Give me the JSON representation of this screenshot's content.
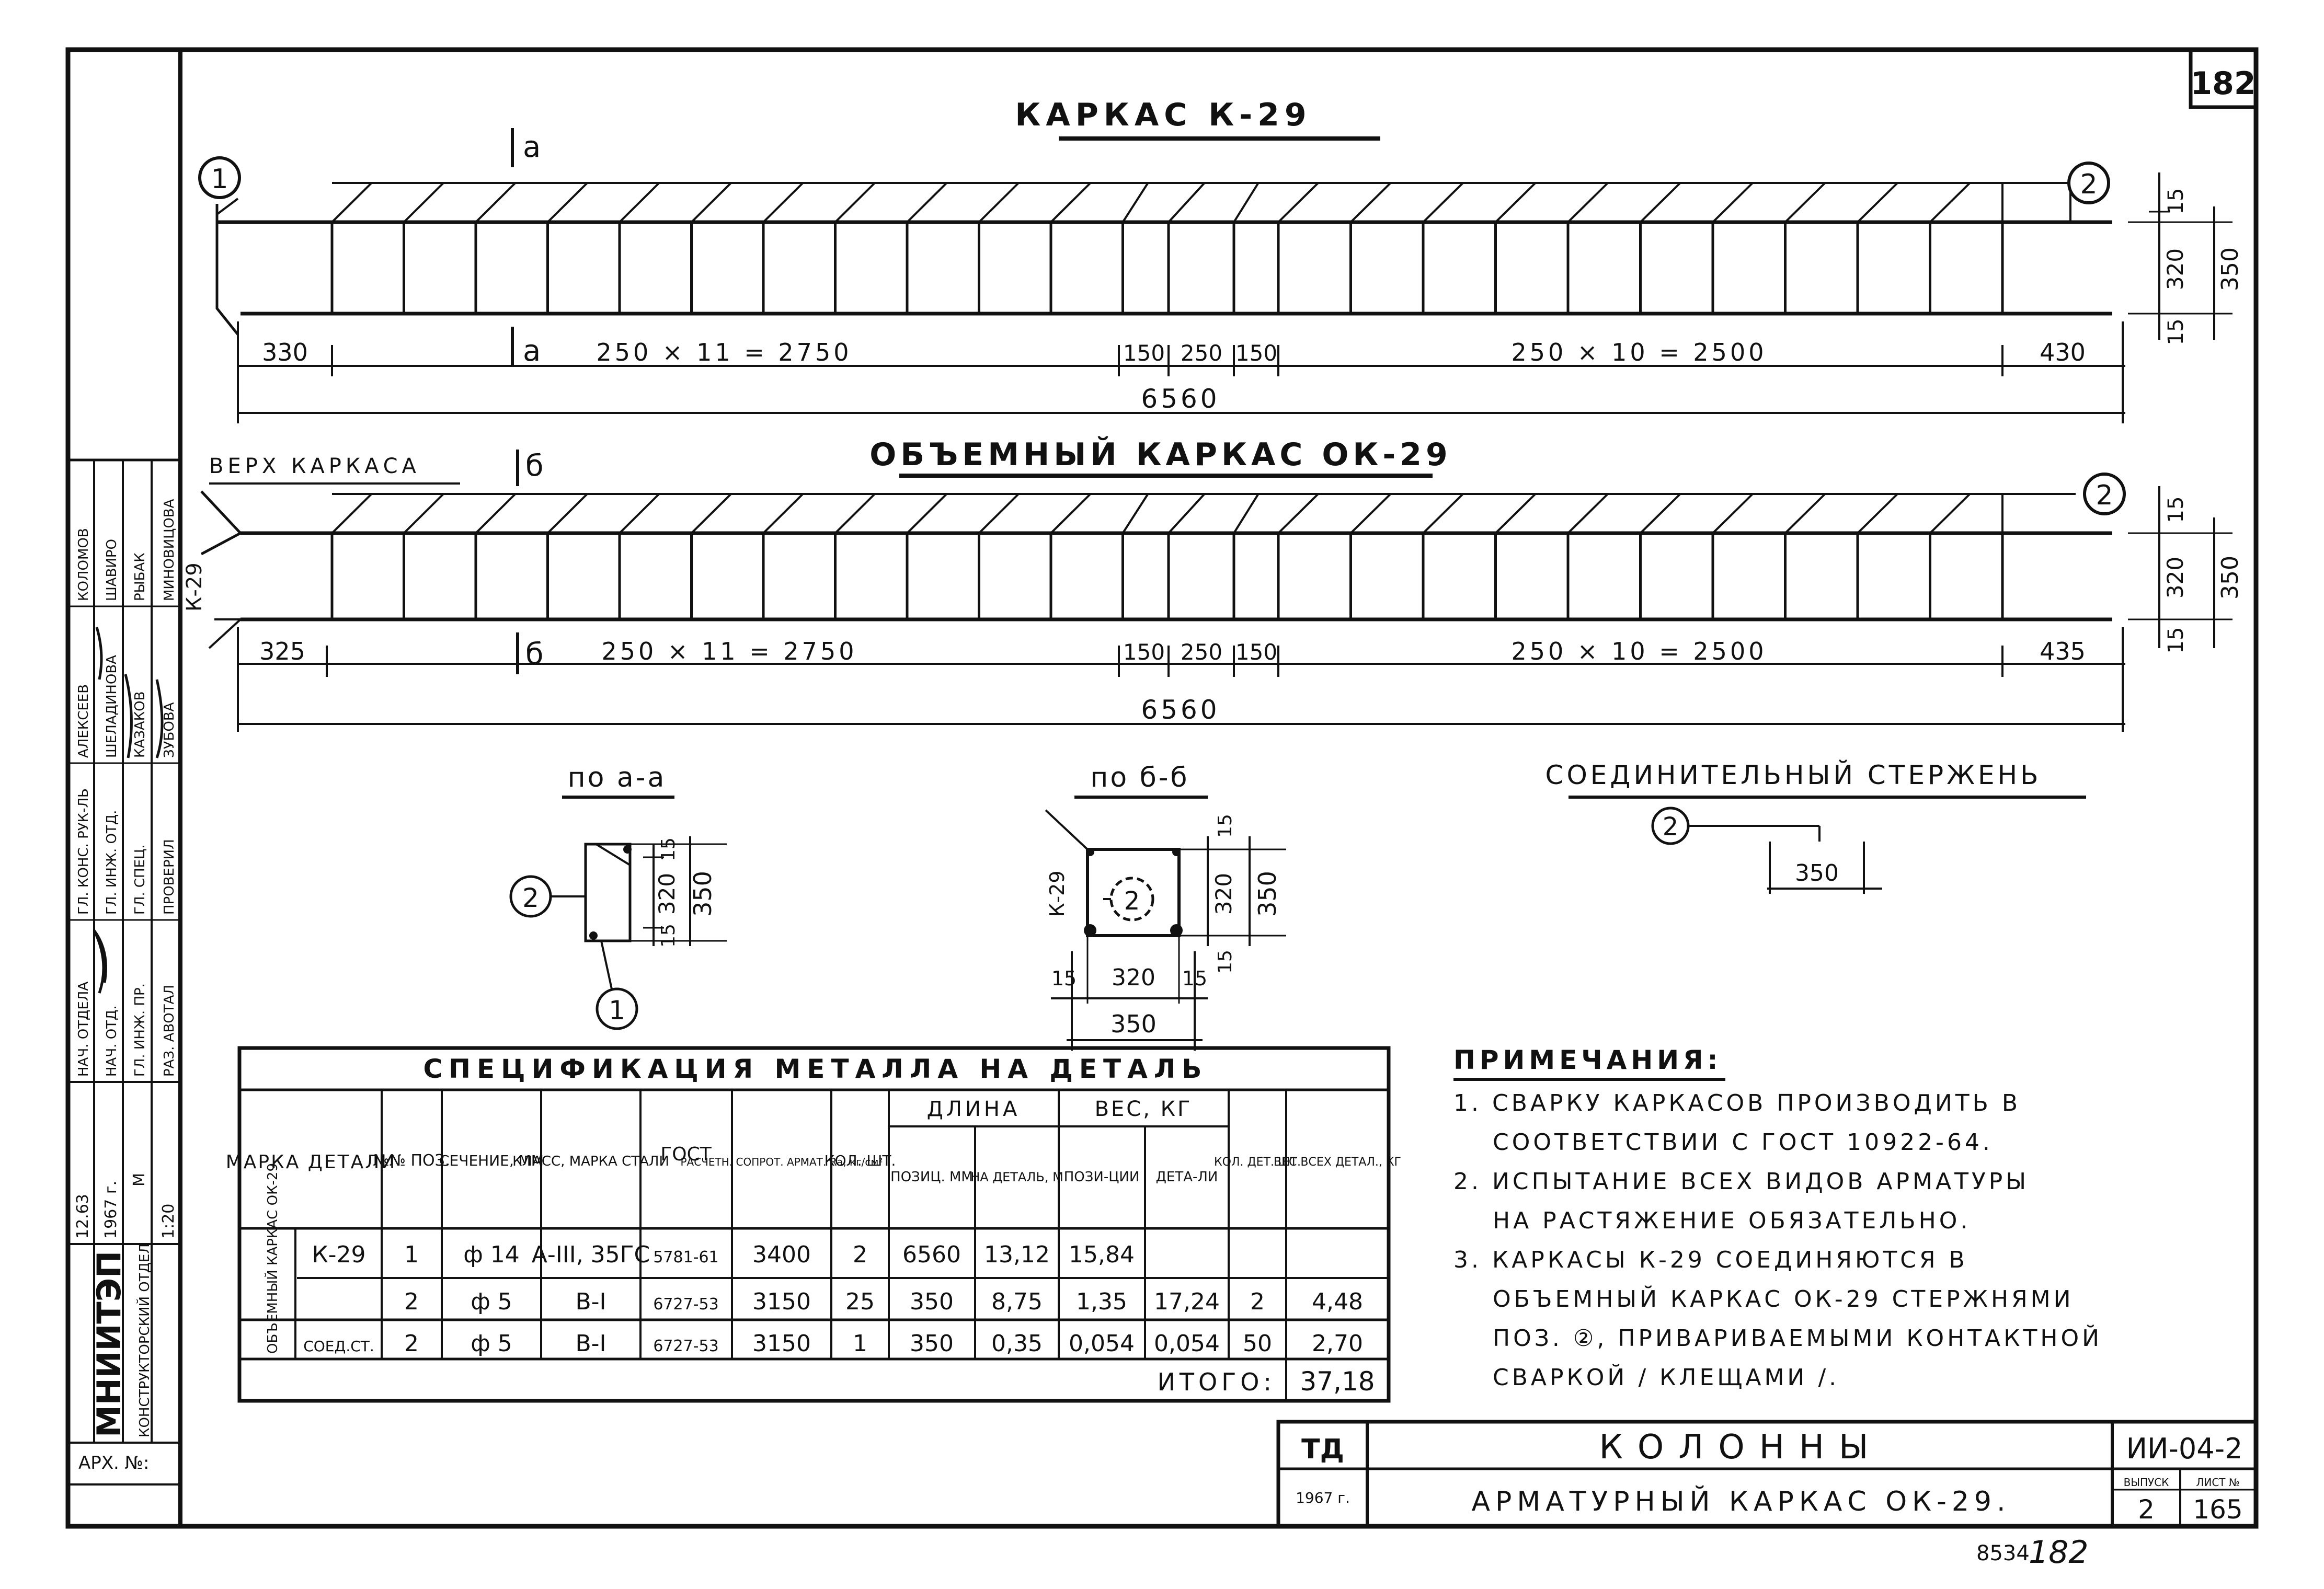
{
  "sheet_number": "182",
  "title_k29": "КАРКАС К-29",
  "title_ok29": "ОБЪЕМНЫЙ КАРКАС ОК-29",
  "verh_karkasa": "ВЕРХ КАРКАСА",
  "section_mark_a": "а",
  "section_mark_b": "б",
  "k29_label": "К-29",
  "k29": {
    "pos_left": "1",
    "pos_right": "2",
    "dims": [
      "330",
      "250 × 11 = 2750",
      "150",
      "250",
      "150",
      "250 × 10 = 2500",
      "430"
    ],
    "total": "6560",
    "h_top": "15",
    "h_mid": "320",
    "h_bot": "15",
    "h_total": "350"
  },
  "ok29": {
    "pos_right": "2",
    "dims": [
      "325",
      "250 × 11 = 2750",
      "150",
      "250",
      "150",
      "250 × 10 = 2500",
      "435"
    ],
    "total": "6560",
    "h_top": "15",
    "h_mid": "320",
    "h_bot": "15",
    "h_total": "350"
  },
  "sec_aa": {
    "title": "по а-а",
    "pos_side": "2",
    "pos_bottom": "1",
    "d_top": "15",
    "d_mid": "320",
    "d_bot": "15",
    "d_total": "350"
  },
  "sec_bb": {
    "title": "по б-б",
    "pos_center": "2",
    "d_top": "15",
    "d_mid": "320",
    "d_bot": "15",
    "d_total": "350",
    "w_left": "15",
    "w_mid": "320",
    "w_right": "15",
    "w_total": "350"
  },
  "connector": {
    "title": "СОЕДИНИТЕЛЬНЫЙ СТЕРЖЕНЬ",
    "pos": "2",
    "length": "350"
  },
  "spec_table": {
    "title": "СПЕЦИФИКАЦИЯ МЕТАЛЛА НА ДЕТАЛЬ",
    "headers": {
      "marka": "МАРКА ДЕТАЛИ",
      "pos": "№№ ПОЗ.",
      "sechenie": "СЕЧЕНИЕ, ММ",
      "klass": "КЛАСС, МАРКА СТАЛИ",
      "gost": "ГОСТ",
      "rasch": "РАСЧЕТН. СОПРОТ. АРМАТ. Ra, кг/см²",
      "kol": "КОЛ. ШТ.",
      "dlina": "ДЛИНА",
      "dlina_pos": "ПОЗИЦ. ММ",
      "dlina_det": "НА ДЕТАЛЬ, М",
      "ves": "ВЕС, КГ",
      "ves_pos": "ПОЗИ-ЦИИ",
      "ves_det": "ДЕТА-ЛИ",
      "kol_det": "КОЛ. ДЕТ. ШТ.",
      "ves_all": "ВЕС ВСЕХ ДЕТАЛ., КГ"
    },
    "group_label": "ОБЪЕМНЫЙ КАРКАС ОК-29",
    "rows": [
      {
        "marka": "К-29",
        "pos": "1",
        "sech": "ф 14",
        "klass": "А-III, 35ГС",
        "gost": "5781-61",
        "ra": "3400",
        "kol": "2",
        "dpos": "6560",
        "ddet": "13,12",
        "vpos": "15,84",
        "vdet": "",
        "kdet": "",
        "vall": ""
      },
      {
        "marka": "",
        "pos": "2",
        "sech": "ф 5",
        "klass": "В-I",
        "gost": "6727-53",
        "ra": "3150",
        "kol": "25",
        "dpos": "350",
        "ddet": "8,75",
        "vpos": "1,35",
        "vdet": "17,24",
        "kdet": "2",
        "vall": "4,48"
      },
      {
        "marka": "СОЕД.СТ.",
        "pos": "2",
        "sech": "ф 5",
        "klass": "В-I",
        "gost": "6727-53",
        "ra": "3150",
        "kol": "1",
        "dpos": "350",
        "ddet": "0,35",
        "vpos": "0,054",
        "vdet": "0,054",
        "kdet": "50",
        "vall": "2,70"
      }
    ],
    "itogo_label": "ИТОГО:",
    "itogo_value": "37,18"
  },
  "notes": {
    "title": "ПРИМЕЧАНИЯ:",
    "lines": [
      "1. СВАРКУ КАРКАСОВ ПРОИЗВОДИТЬ В",
      "СООТВЕТСТВИИ С ГОСТ 10922-64.",
      "2. ИСПЫТАНИЕ ВСЕХ ВИДОВ АРМАТУРЫ",
      "НА РАСТЯЖЕНИЕ ОБЯЗАТЕЛЬНО.",
      "3. КАРКАСЫ К-29 СОЕДИНЯЮТСЯ В",
      "ОБЪЕМНЫЙ КАРКАС ОК-29 СТЕРЖНЯМИ",
      "ПОЗ. ②, ПРИВАРИВАЕМЫМИ КОНТАКТНОЙ",
      "СВАРКОЙ / КЛЕЩАМИ /."
    ]
  },
  "title_block": {
    "org": "ТД",
    "year": "1967 г.",
    "name1": "КОЛОННЫ",
    "name2": "АРМАТУРНЫЙ КАРКАС ОК-29.",
    "code": "ИИ-04-2",
    "vypusk_label": "ВЫПУСК",
    "list_label": "ЛИСТ №",
    "vypusk": "2",
    "list": "165"
  },
  "stamp": {
    "inst": "МНИИТЭП",
    "dept": "КОНСТРУКТОРСКИЙ ОТДЕЛ",
    "date": "12.63",
    "year": "1967 г.",
    "scale_m": "М",
    "scale": "1:20",
    "arch": "АРХ. №:",
    "roles": [
      "НАЧ. ОТДЕЛА",
      "ГЛ. КОНС. РУК-ЛЬ",
      "НАЧ. ОТД.",
      "ГЛ. ИНЖ. ОТД.",
      "ГЛ. ИНЖ. ПР.",
      "ГЛ. СПЕЦ.",
      "РАЗ. АВОТАЛ",
      "ПРОВЕРИЛ"
    ],
    "names": [
      "АЛЕКСЕЕВ",
      "КОЛОМОВ",
      "ШЕЛАДИНОВА",
      "ШАВИРО",
      "КАЗАКОВ",
      "РЫБАК",
      "ЗУБОВА",
      "МИНОВИЦОВА"
    ]
  },
  "corner_note": "8534",
  "corner_note2": "182"
}
